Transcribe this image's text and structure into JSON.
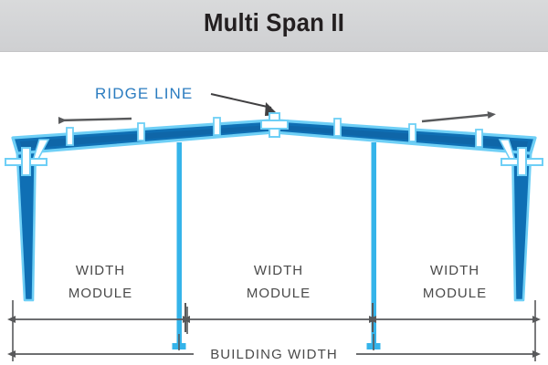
{
  "header": {
    "title": "Multi Span II",
    "background_color": "#d4d5d7"
  },
  "diagram": {
    "type": "building-frame-elevation",
    "title": "Multi Span II",
    "annotations": {
      "ridge_line": {
        "label": "RIDGE LINE",
        "color": "#2b7cc0",
        "pointer": "arrow-to-ridge-apex"
      },
      "direction_arrows": [
        {
          "name": "left-slope-arrow",
          "direction": "left",
          "color": "#58595b"
        },
        {
          "name": "right-slope-arrow",
          "direction": "right",
          "color": "#58595b"
        }
      ]
    },
    "modules": [
      {
        "label_line1": "WIDTH",
        "label_line2": "MODULE"
      },
      {
        "label_line1": "WIDTH",
        "label_line2": "MODULE"
      },
      {
        "label_line1": "WIDTH",
        "label_line2": "MODULE"
      }
    ],
    "overall_dimension": {
      "label": "BUILDING WIDTH"
    },
    "colors": {
      "frame_dark_blue": "#0f6fb4",
      "frame_light_blue": "#35b4ea",
      "outline_blue": "#6ecff6",
      "dimension_gray": "#58595b",
      "text_gray": "#4a4a4a"
    },
    "structure": {
      "exterior_columns": 2,
      "interior_columns": 2,
      "rafters": 2,
      "ridge_points": 1,
      "purlin_marks": 8
    }
  }
}
